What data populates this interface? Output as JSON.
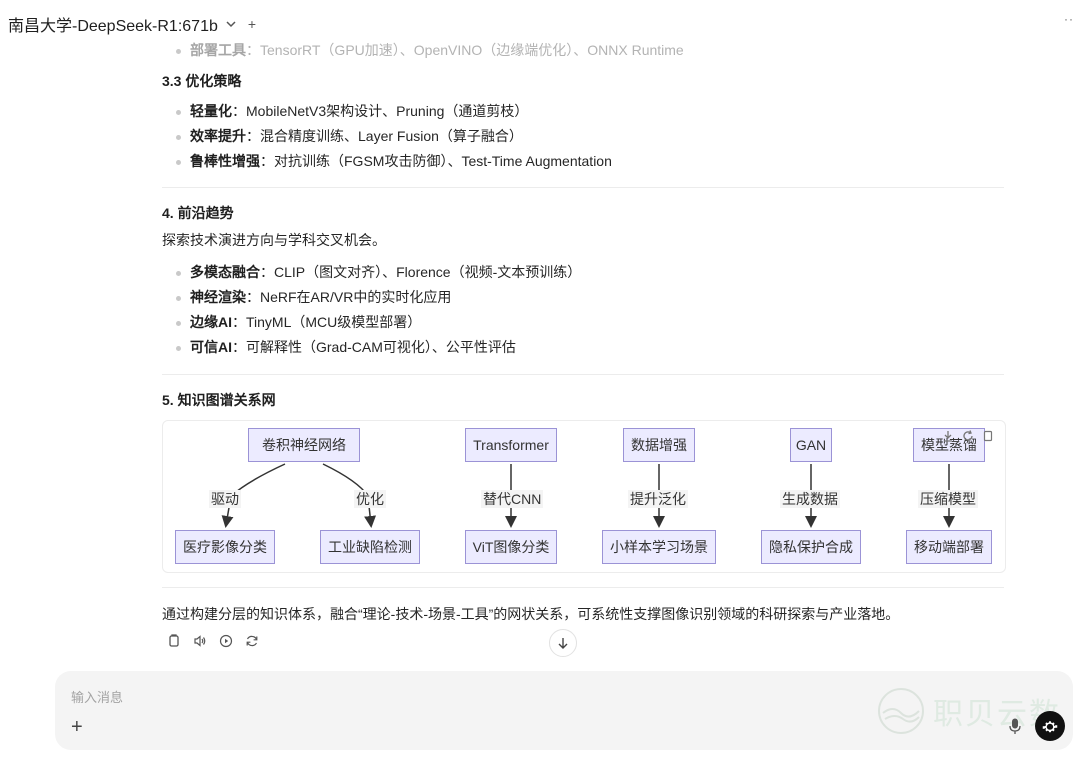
{
  "header": {
    "title": "南昌大学-DeepSeek-R1:671b",
    "new_chat_label": "+",
    "more_label": "··"
  },
  "faded_item": {
    "label": "部署工具",
    "text": "：TensorRT（GPU加速）、OpenVINO（边缘端优化）、ONNX Runtime"
  },
  "section33": {
    "title": "3.3 优化策略",
    "items": [
      {
        "label": "轻量化",
        "text": "：MobileNetV3架构设计、Pruning（通道剪枝）"
      },
      {
        "label": "效率提升",
        "text": "：混合精度训练、Layer Fusion（算子融合）"
      },
      {
        "label": "鲁棒性增强",
        "text": "：对抗训练（FGSM攻击防御）、Test-Time Augmentation"
      }
    ]
  },
  "section4": {
    "title": "4. 前沿趋势",
    "intro": "探索技术演进方向与学科交叉机会。",
    "items": [
      {
        "label": "多模态融合",
        "text": "：CLIP（图文对齐）、Florence（视频-文本预训练）"
      },
      {
        "label": "神经渲染",
        "text": "：NeRF在AR/VR中的实时化应用"
      },
      {
        "label": "边缘AI",
        "text": "：TinyML（MCU级模型部署）"
      },
      {
        "label": "可信AI",
        "text": "：可解释性（Grad-CAM可视化）、公平性评估"
      }
    ]
  },
  "section5": {
    "title": "5. 知识图谱关系网",
    "diagram": {
      "top_nodes": [
        "卷积神经网络",
        "Transformer",
        "数据增强",
        "GAN",
        "模型蒸馏"
      ],
      "edge_labels": [
        "驱动",
        "优化",
        "替代CNN",
        "提升泛化",
        "生成数据",
        "压缩模型"
      ],
      "bottom_nodes": [
        "医疗影像分类",
        "工业缺陷检测",
        "ViT图像分类",
        "小样本学习场景",
        "隐私保护合成",
        "移动端部署"
      ]
    }
  },
  "summary": "通过构建分层的知识体系，融合“理论-技术-场景-工具”的网状关系，可系统性支撑图像识别领域的科研探索与产业落地。",
  "input": {
    "placeholder": "输入消息",
    "attach_label": "+",
    "send_label": "⛮"
  },
  "watermark": {
    "text": "职贝云数"
  },
  "colors": {
    "node_fill": "#ecebff",
    "node_border": "#9b93d6",
    "bullet": "#c9c9c9"
  }
}
